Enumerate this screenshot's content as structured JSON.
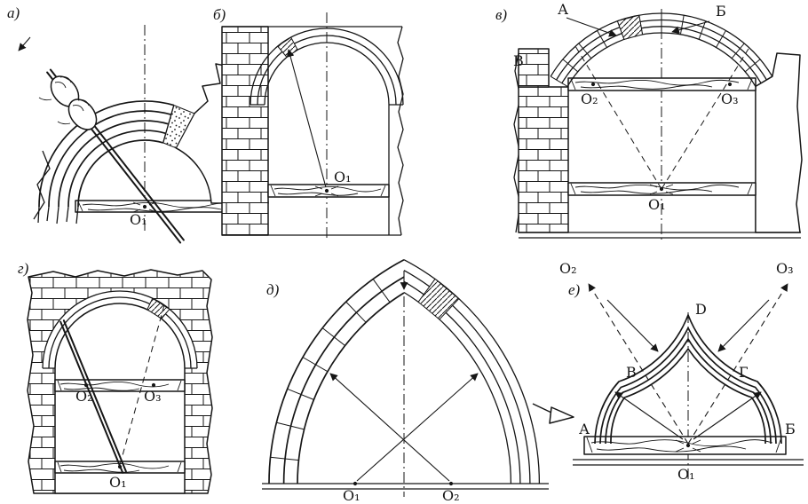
{
  "colors": {
    "background": "#ffffff",
    "ink": "#161616"
  },
  "panels": {
    "a": {
      "letter": "а)",
      "o1": "O₁"
    },
    "b": {
      "letter": "б)",
      "o1": "O₁"
    },
    "v": {
      "letter": "в)",
      "o1": "O₁",
      "o2": "O₂",
      "o3": "O₃",
      "pt_a": "А",
      "pt_b": "Б",
      "pt_v": "В"
    },
    "g": {
      "letter": "г)",
      "o1": "O₁",
      "o2": "O₂",
      "o3": "O₃"
    },
    "d": {
      "letter": "д)",
      "o1": "O₁",
      "o2": "O₂"
    },
    "e": {
      "letter": "е)",
      "o1": "O₁",
      "o2": "O₂",
      "o3": "O₃",
      "pt_a": "А",
      "pt_b": "Б",
      "pt_v": "В",
      "pt_g": "Г",
      "pt_d": "D"
    }
  }
}
